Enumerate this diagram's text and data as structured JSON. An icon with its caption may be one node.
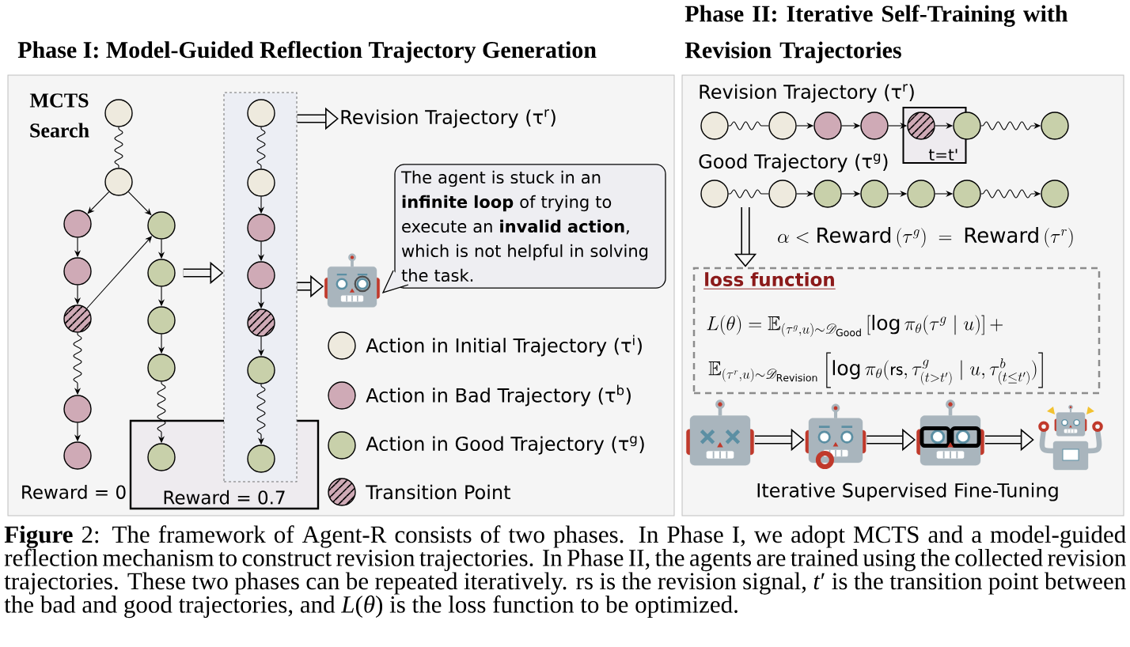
{
  "diagram": {
    "caption": "**Figure** 2: The framework of Agent-R consists of two phases. In Phase I, we adopt MCTS and a model-guided reflection mechanism to construct revision trajectories. In Phase II, the agents are trained using the collected revision trajectories. These two phases can be repeated iteratively. rs is the revision signal, *t*′ is the transition point between the bad and good trajectories, and *L*(*θ*) is the loss function to be optimized.",
    "nodes": [
      {
        "text": [
          "Phase I: Model-Guided Reflection Trajectory Generation"
        ]
      },
      {
        "text": [
          "Phase II: Iterative Self-Training with Revision Trajectories"
        ]
      },
      {
        "text": [],
        "shape": "circle",
        "in": 0
      },
      {
        "text": [],
        "shape": "circle",
        "in": 0
      },
      {
        "text": [],
        "shape": "circle",
        "in": 0
      },
      {
        "text": [],
        "shape": "circle",
        "in": 0
      },
      {
        "text": [],
        "shape": "circle",
        "in": 0
      },
      {
        "text": [],
        "shape": "circle",
        "in": 0
      },
      {
        "text": [],
        "shape": "circle",
        "in": 0
      },
      {
        "text": [],
        "shape": "circle",
        "in": 0
      },
      {
        "text": [],
        "shape": "circle",
        "in": 0
      },
      {
        "text": [],
        "shape": "circle",
        "in": 0
      },
      {
        "text": [],
        "shape": "circle",
        "in": 0
      },
      {
        "text": [
          "Reward = 0.7"
        ],
        "in": 0
      },
      {
        "text": [],
        "shape": "circle",
        "in": 13
      },
      {
        "text": [],
        "shape": "box",
        "in": 0
      },
      {
        "text": [],
        "shape": "circle",
        "in": 15
      },
      {
        "text": [],
        "shape": "circle",
        "in": 15
      },
      {
        "text": [],
        "shape": "circle",
        "in": 15
      },
      {
        "text": [],
        "shape": "circle",
        "in": 15
      },
      {
        "text": [],
        "shape": "circle",
        "in": 15
      },
      {
        "text": [],
        "shape": "circle",
        "in": 15
      },
      {
        "text": [],
        "shape": "circle"
      },
      {
        "text": [
          "Revision Trajectory (τ$^{r}$)"
        ],
        "in": 0
      },
      {
        "text": [],
        "shape": "picture",
        "in": 0
      },
      {
        "text": [
          "The agent is stuck in an **infinite loop** of trying to execute an **invalid action**, which is not helpful in solving the task."
        ],
        "in": 0
      },
      {
        "text": [],
        "shape": "circle",
        "in": 1
      },
      {
        "text": [],
        "shape": "circle",
        "in": 1
      },
      {
        "text": [],
        "shape": "circle",
        "in": 1
      },
      {
        "text": [],
        "shape": "circle",
        "in": 1
      },
      {
        "text": [
          "t=t'"
        ],
        "in": 1
      },
      {
        "text": [],
        "shape": "circle",
        "in": 30
      },
      {
        "text": [],
        "shape": "circle",
        "in": 1
      },
      {
        "text": [],
        "shape": "circle",
        "in": 1
      },
      {
        "text": [],
        "shape": "circle",
        "in": 1
      },
      {
        "text": [],
        "shape": "circle",
        "in": 1
      },
      {
        "text": [],
        "shape": "circle",
        "in": 1
      },
      {
        "text": [],
        "shape": "circle",
        "in": 1
      },
      {
        "text": [],
        "shape": "circle",
        "in": 1
      },
      {
        "text": [],
        "shape": "circle",
        "in": 1
      },
      {
        "text": [],
        "shape": "circle",
        "in": 1
      },
      {
        "text": [
          "loss function",
          "L(\\theta) = \\mathbb{E}_{(\\tau^g,u)\\sim\\mathscr{D}_{\\mathrm{Good}}}\\left[\\log\\pi_\\theta(\\tau^g \\mid u)\\right]+",
          "\\mathbb{E}_{(\\tau^r,u)\\sim\\mathscr{D}_{\\mathrm{Revision}}}\\left[\\log\\pi_\\theta(\\mathsf{rs},\\tau^g_{(t>t')} \\mid u,\\tau^b_{(t\\le t')})\\right]"
        ],
        "in": 1
      },
      {
        "text": [],
        "shape": "picture",
        "in": 1
      },
      {
        "text": [],
        "shape": "picture",
        "in": 1
      },
      {
        "text": [],
        "shape": "picture",
        "in": 1
      },
      {
        "text": [],
        "shape": "picture",
        "in": 1
      }
    ],
    "edges": [
      {
        "from": 2,
        "to": 3,
        "arrow": "none"
      },
      {
        "from": 3,
        "to": 4,
        "arrow": "to"
      },
      {
        "from": 3,
        "to": 9,
        "arrow": "to"
      },
      {
        "from": 4,
        "to": 5,
        "arrow": "to"
      },
      {
        "from": 5,
        "to": 6,
        "arrow": "to"
      },
      {
        "from": 6,
        "to": 9,
        "arrow": "to"
      },
      {
        "from": 6,
        "to": 7,
        "arrow": "to"
      },
      {
        "from": 7,
        "to": 8,
        "arrow": "to"
      },
      {
        "from": 9,
        "to": 10,
        "arrow": "to"
      },
      {
        "from": 10,
        "to": 11,
        "arrow": "to"
      },
      {
        "from": 11,
        "to": 12,
        "arrow": "to"
      },
      {
        "from": 12,
        "to": 14,
        "arrow": "to"
      },
      {
        "from": 16,
        "to": 17,
        "arrow": "none"
      },
      {
        "from": 17,
        "to": 18,
        "arrow": "to"
      },
      {
        "from": 18,
        "to": 19,
        "arrow": "to"
      },
      {
        "from": 19,
        "to": 20,
        "arrow": "to"
      },
      {
        "from": 20,
        "to": 21,
        "arrow": "to"
      },
      {
        "from": 21,
        "to": 22,
        "arrow": "to"
      },
      {
        "from": 10,
        "to": 15,
        "arrow": "to",
        "style": "thick"
      },
      {
        "from": 15,
        "to": 23,
        "arrow": "to",
        "style": "thick"
      },
      {
        "from": 15,
        "to": 24,
        "arrow": "to",
        "style": "thick"
      },
      {
        "from": 26,
        "to": 27,
        "arrow": "none"
      },
      {
        "from": 27,
        "to": 28,
        "arrow": "to"
      },
      {
        "from": 28,
        "to": 29,
        "arrow": "to"
      },
      {
        "from": 29,
        "to": 31,
        "arrow": "to"
      },
      {
        "from": 31,
        "to": 32,
        "arrow": "to"
      },
      {
        "from": 32,
        "to": 33,
        "arrow": "to"
      },
      {
        "from": 34,
        "to": 35,
        "arrow": "none"
      },
      {
        "from": 35,
        "to": 36,
        "arrow": "to"
      },
      {
        "from": 36,
        "to": 37,
        "arrow": "to"
      },
      {
        "from": 37,
        "to": 38,
        "arrow": "to"
      },
      {
        "from": 38,
        "to": 39,
        "arrow": "to"
      },
      {
        "from": 39,
        "to": 40,
        "arrow": "to"
      },
      {
        "from": null,
        "to": 41,
        "arrow": "to",
        "style": "thick"
      },
      {
        "from": 42,
        "to": 43,
        "arrow": "to",
        "style": "thick"
      },
      {
        "from": 43,
        "to": 44,
        "arrow": "to",
        "style": "thick"
      },
      {
        "from": 44,
        "to": 45,
        "arrow": "to",
        "style": "thick"
      }
    ],
    "labels": [
      "MCTS Search",
      "Reward = 0",
      "Revision Trajectory (τ$^{r}$)",
      "Good Trajectory (τ$^{g}$)",
      "\\alpha < \\text{Reward}\\,(\\tau^g) \\;=\\; \\text{Reward}\\,(\\tau^r)",
      "Iterative Supervised Fine-Tuning"
    ],
    "legend": [
      {
        "text": "Action in Initial Trajectory (τ$^{i}$)",
        "color": "#eeeade"
      },
      {
        "text": "Action in Bad Trajectory (τ$^{b}$)",
        "color": "#cfaab6"
      },
      {
        "text": "Action in Good Trajectory (τ$^{g}$)",
        "color": "#c8d0aa"
      },
      {
        "text": "Transition Point"
      }
    ]
  }
}
